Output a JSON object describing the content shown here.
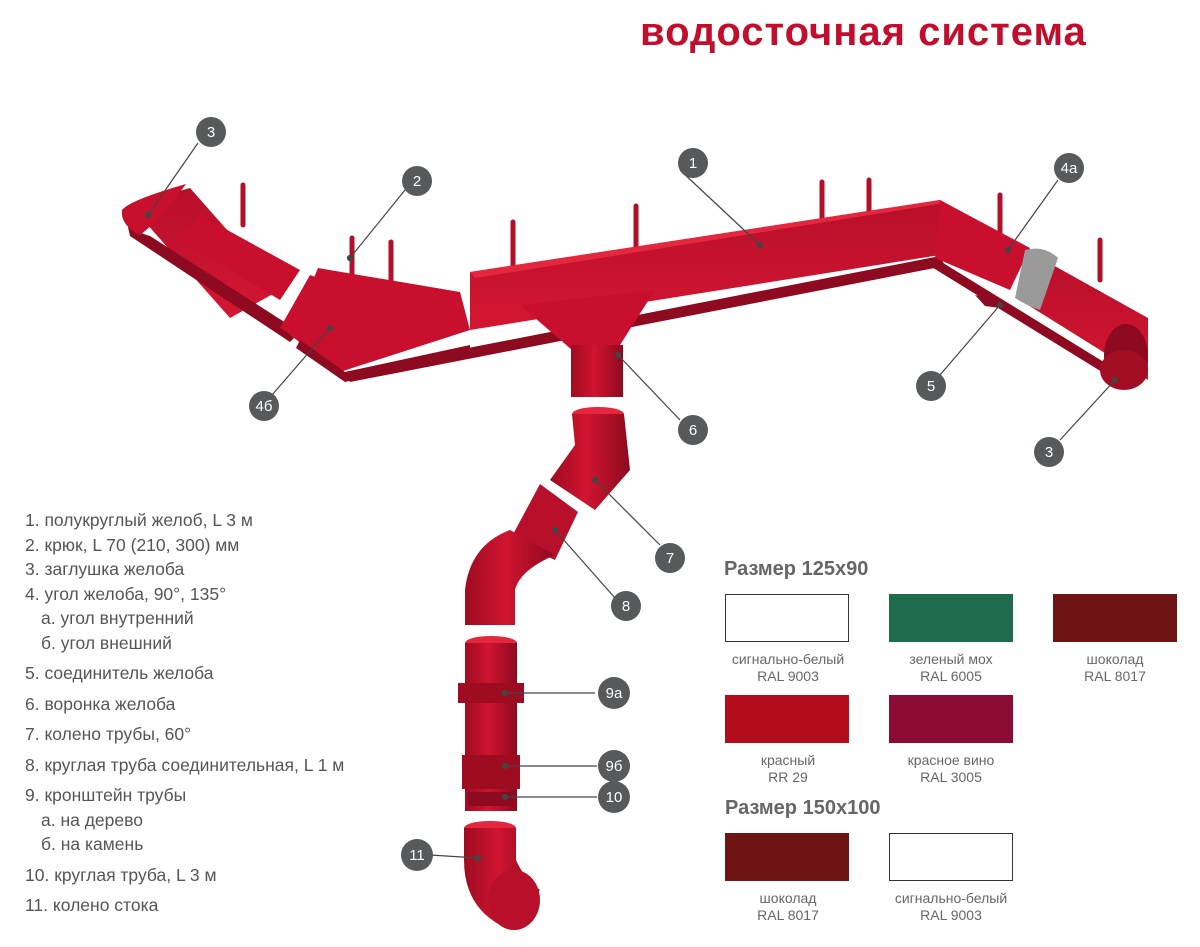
{
  "title": "водосточная система",
  "colors": {
    "brand": "#c20e2d",
    "part_fill": "#c8102e",
    "part_shadow": "#8e0a20",
    "callout_badge": "#58595b"
  },
  "callouts": {
    "c1": "1",
    "c2": "2",
    "c3_left": "3",
    "c3_right": "3",
    "c4a": "4а",
    "c4b": "4б",
    "c5": "5",
    "c6": "6",
    "c7": "7",
    "c8": "8",
    "c9a": "9а",
    "c9b": "9б",
    "c10": "10",
    "c11": "11"
  },
  "legend": [
    "1. полукруглый желоб, L 3 м",
    "2. крюк, L 70 (210, 300) мм",
    "3. заглушка желоба",
    "4. угол желоба, 90°, 135°",
    "а. угол внутренний",
    "б. угол внешний",
    "5. соединитель желоба",
    "6. воронка желоба",
    "7. колено трубы, 60°",
    "8. круглая труба соединительная, L 1 м",
    "9. кронштейн трубы",
    "а. на дерево",
    "б. на камень",
    "10. круглая труба, L 3 м",
    "11. колено стока"
  ],
  "size_125": {
    "title": "Размер 125x90",
    "swatches": [
      {
        "name": "сигнально-белый",
        "code": "RAL 9003",
        "color": "#ffffff"
      },
      {
        "name": "зеленый мох",
        "code": "RAL 6005",
        "color": "#1e6b4e"
      },
      {
        "name": "шоколад",
        "code": "RAL 8017",
        "color": "#6e1414"
      },
      {
        "name": "красный",
        "code": "RR 29",
        "color": "#b30c1c"
      },
      {
        "name": "красное вино",
        "code": "RAL 3005",
        "color": "#8a0c35"
      }
    ]
  },
  "size_150": {
    "title": "Размер 150x100",
    "swatches": [
      {
        "name": "шоколад",
        "code": "RAL 8017",
        "color": "#6e1414"
      },
      {
        "name": "сигнально-белый",
        "code": "RAL 9003",
        "color": "#ffffff"
      }
    ]
  }
}
